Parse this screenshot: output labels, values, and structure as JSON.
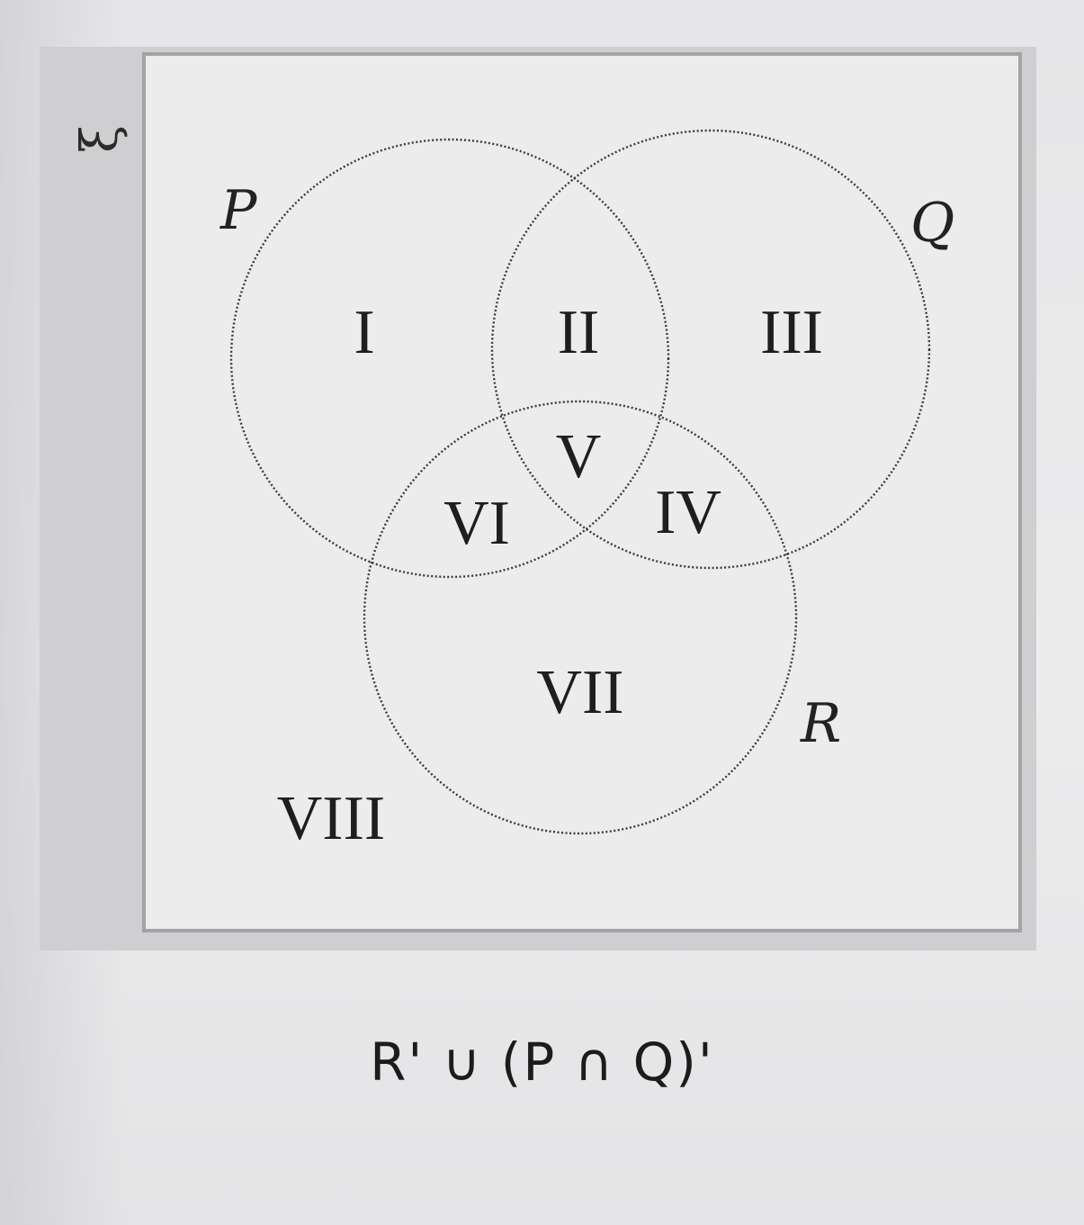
{
  "universal_set": {
    "symbol": "ξ"
  },
  "sets": [
    {
      "name": "P"
    },
    {
      "name": "Q"
    },
    {
      "name": "R"
    }
  ],
  "regions": [
    {
      "label": "I"
    },
    {
      "label": "II"
    },
    {
      "label": "III"
    },
    {
      "label": "IV"
    },
    {
      "label": "V"
    },
    {
      "label": "VI"
    },
    {
      "label": "VII"
    },
    {
      "label": "VIII"
    }
  ],
  "expression": "R' ∪ (P ∩ Q)'"
}
